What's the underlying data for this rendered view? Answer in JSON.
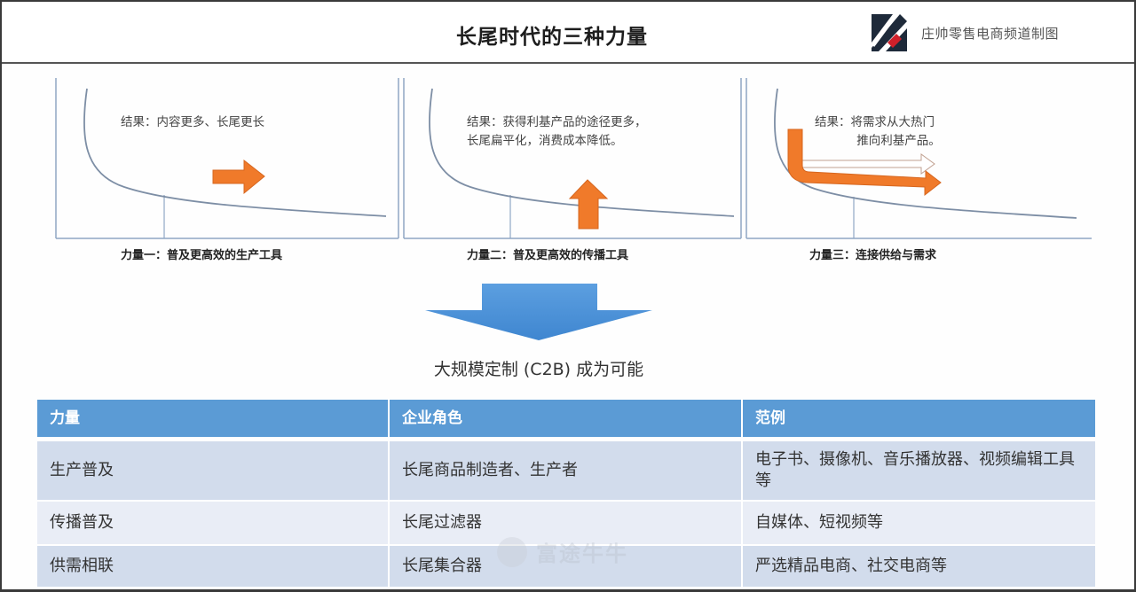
{
  "header": {
    "title": "长尾时代的三种力量",
    "brand_text": "庄帅零售电商频道制图",
    "brand_logo_icon": "brand-logo-icon",
    "brand_colors": {
      "dark": "#1e2a3a",
      "red": "#d0202a"
    }
  },
  "panels": [
    {
      "result": "结果：内容更多、长尾更长",
      "caption": "力量一：普及更高效的生产工具",
      "arrow": "right-arrow-icon",
      "arrow_color": "#f07a2a"
    },
    {
      "result": "结果：获得利基产品的途径更多，\n长尾扁平化，消费成本降低。",
      "caption": "力量二：普及更高效的传播工具",
      "arrow": "up-arrow-icon",
      "arrow_color": "#f07a2a"
    },
    {
      "result": "结果：将需求从大热门\n           推向利基产品。",
      "caption": "力量三：连接供给与需求",
      "arrow": "bent-arrow-icon",
      "arrow_color": "#f07a2a"
    }
  ],
  "transition": {
    "arrow": "down-arrow-icon",
    "arrow_color": "#4a90d9",
    "text": "大规模定制 (C2B) 成为可能"
  },
  "table": {
    "headers": [
      "力量",
      "企业角色",
      "范例"
    ],
    "header_color": "#5b9bd5",
    "rows": [
      [
        "生产普及",
        "长尾商品制造者、生产者",
        "电子书、摄像机、音乐播放器、视频编辑工具等"
      ],
      [
        "传播普及",
        "长尾过滤器",
        "自媒体、短视频等"
      ],
      [
        "供需相联",
        "长尾集合器",
        "严选精品电商、社交电商等"
      ]
    ]
  },
  "watermark": {
    "text": "富途牛牛"
  }
}
